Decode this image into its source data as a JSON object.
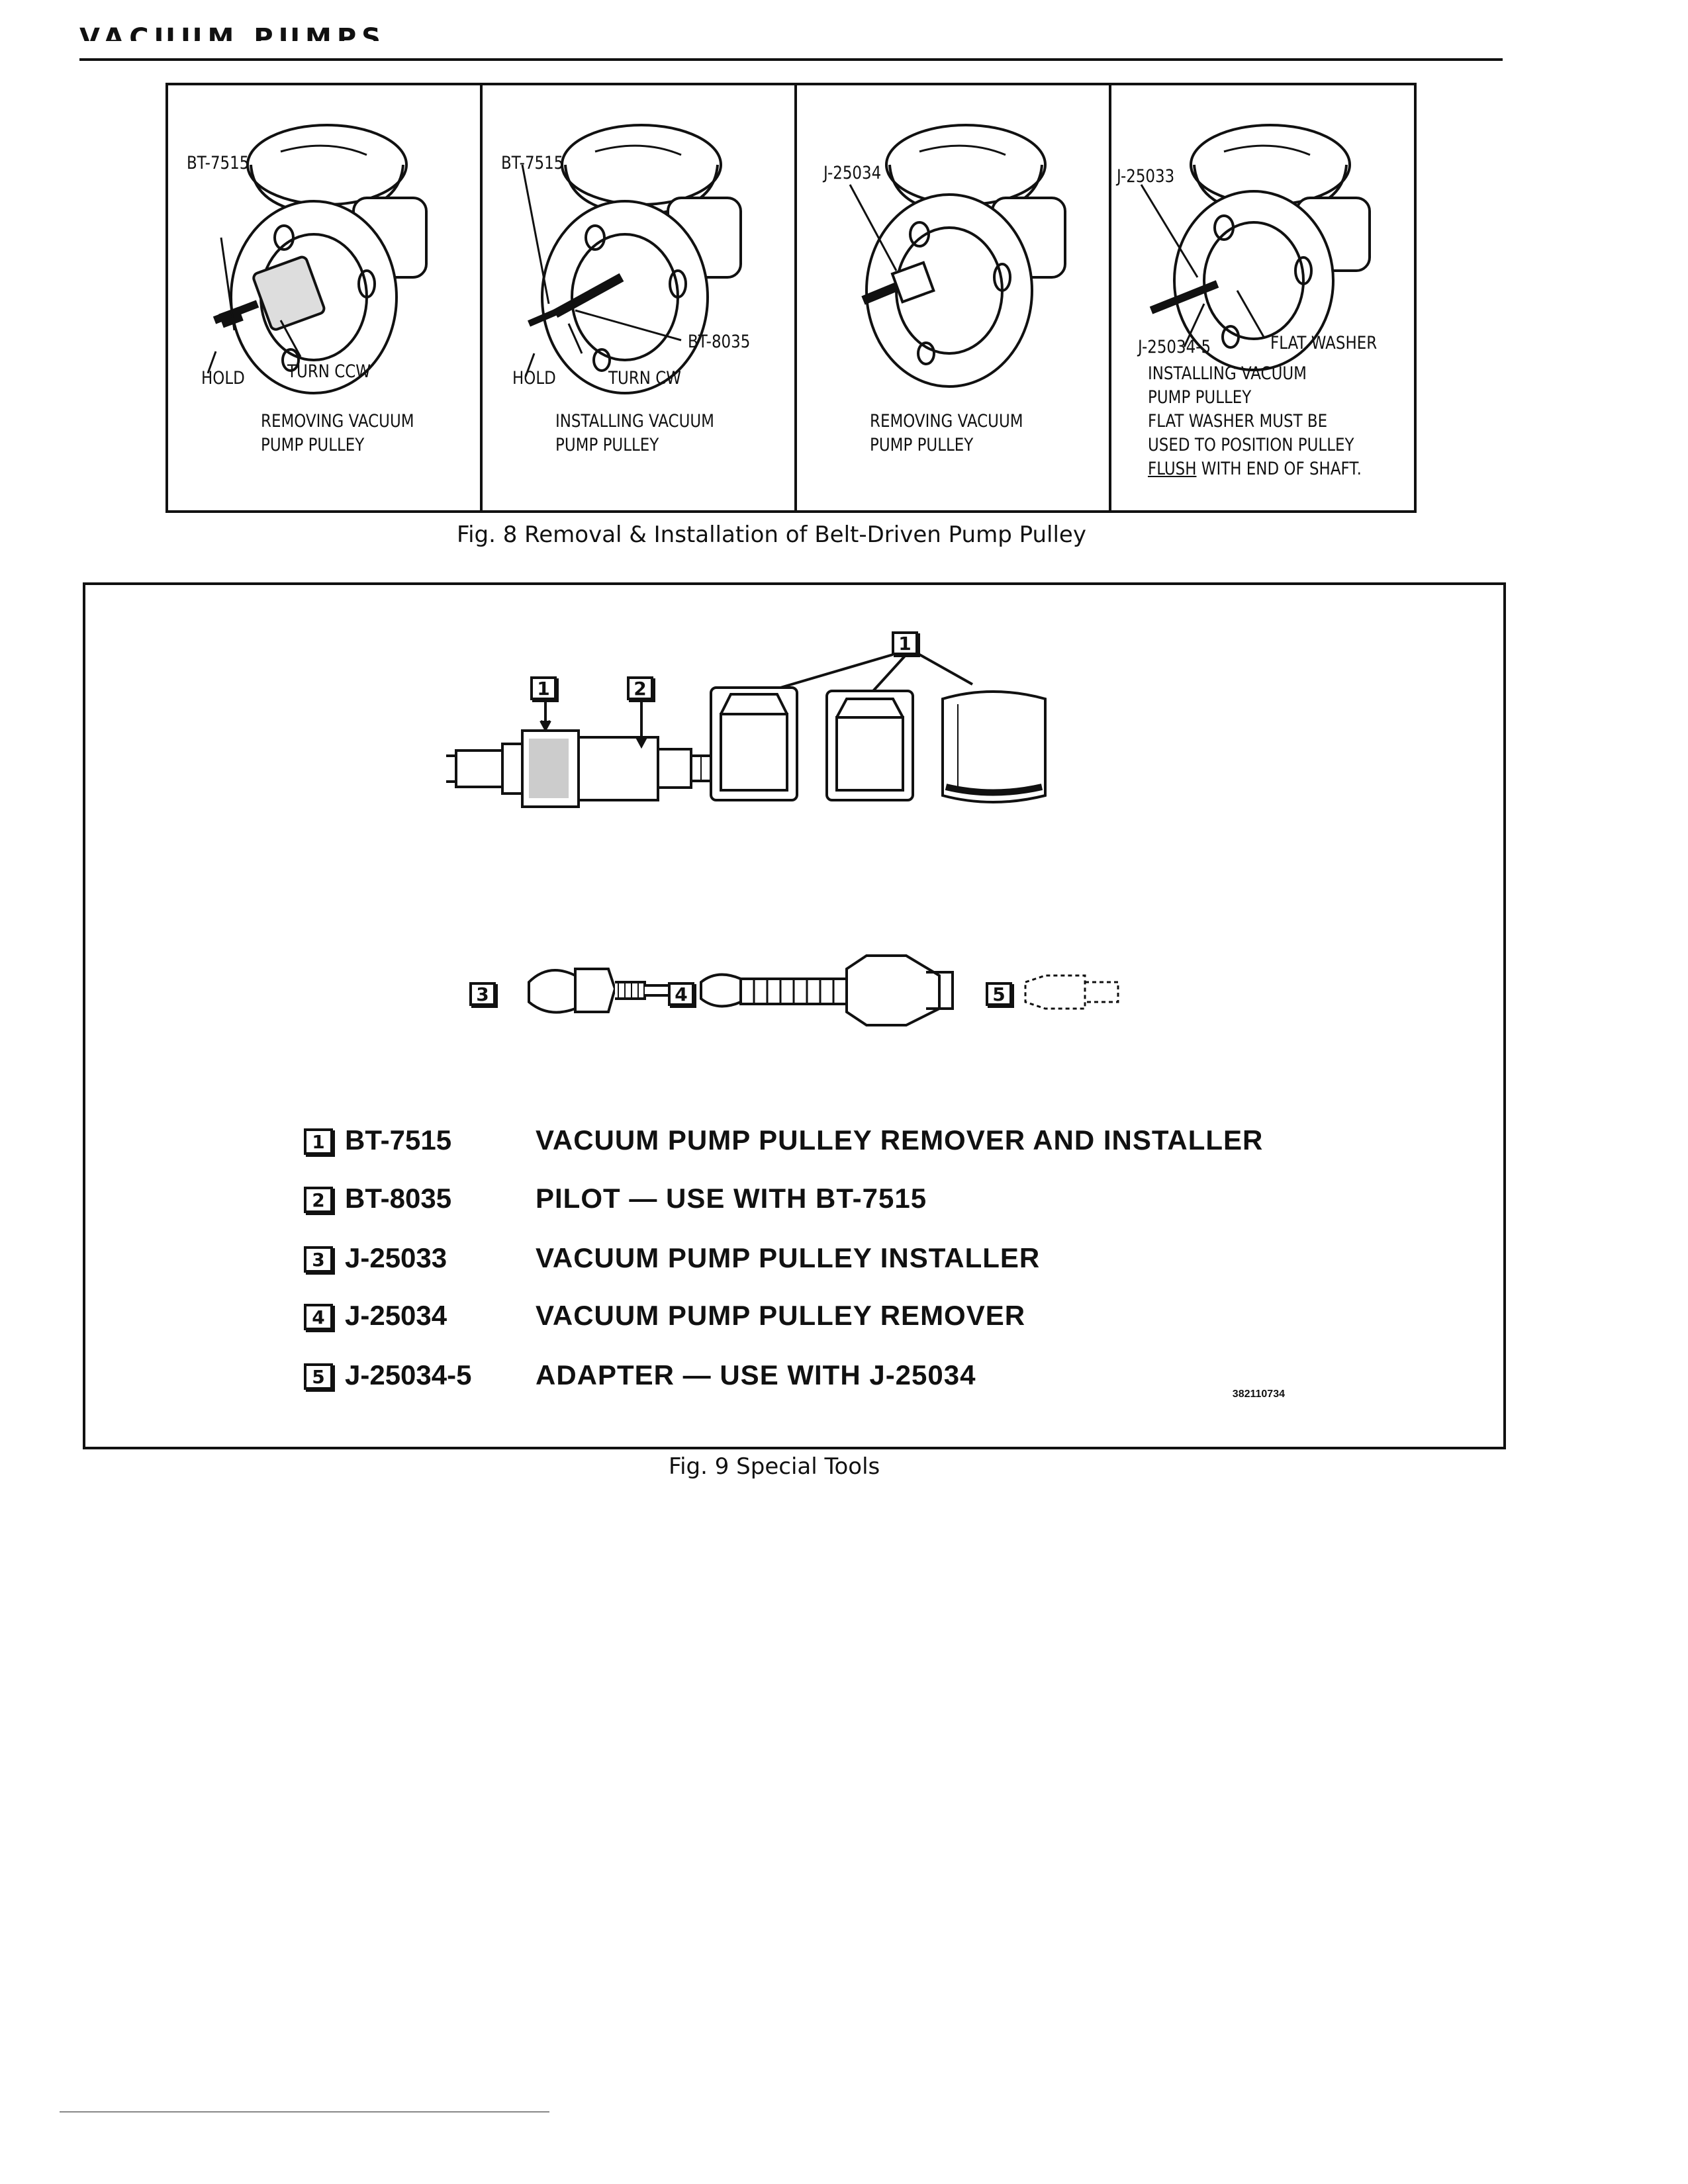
{
  "page_header": {
    "title": "VACUUM PUMPS"
  },
  "fig8": {
    "caption": "Fig. 8 Removal & Installation of Belt-Driven Pump Pulley",
    "panels": [
      {
        "tool": "BT-7515",
        "hold": "HOLD",
        "turn": "TURN CCW",
        "caption_line1": "REMOVING VACUUM",
        "caption_line2": "PUMP PULLEY"
      },
      {
        "tool": "BT-7515",
        "pilot": "BT-8035",
        "hold": "HOLD",
        "turn": "TURN CW",
        "caption_line1": "INSTALLING VACUUM",
        "caption_line2": "PUMP PULLEY"
      },
      {
        "tool": "J-25034",
        "caption_line1": "REMOVING VACUUM",
        "caption_line2": "PUMP PULLEY"
      },
      {
        "tool": "J-25033",
        "adapter": "J-25034-5",
        "washer": "FLAT WASHER",
        "caption_line1": "INSTALLING VACUUM",
        "caption_line2": "PUMP PULLEY",
        "caption_line3": "FLAT WASHER MUST BE",
        "caption_line4": "USED TO POSITION PULLEY",
        "caption_line5a": "FLUSH",
        "caption_line5b": " WITH END OF SHAFT."
      }
    ]
  },
  "fig9": {
    "caption": "Fig. 9 Special Tools",
    "callouts": [
      "1",
      "2",
      "1",
      "3",
      "4",
      "5"
    ],
    "legend": [
      {
        "num": "1",
        "code": "BT-7515",
        "desc": "VACUUM PUMP PULLEY REMOVER AND INSTALLER"
      },
      {
        "num": "2",
        "code": "BT-8035",
        "desc": "PILOT — USE WITH BT-7515"
      },
      {
        "num": "3",
        "code": "J-25033",
        "desc": "VACUUM PUMP PULLEY INSTALLER"
      },
      {
        "num": "4",
        "code": "J-25034",
        "desc": "VACUUM PUMP PULLEY REMOVER"
      },
      {
        "num": "5",
        "code": "J-25034-5",
        "desc": "ADAPTER — USE WITH J-25034"
      }
    ],
    "reference": "382110734"
  }
}
